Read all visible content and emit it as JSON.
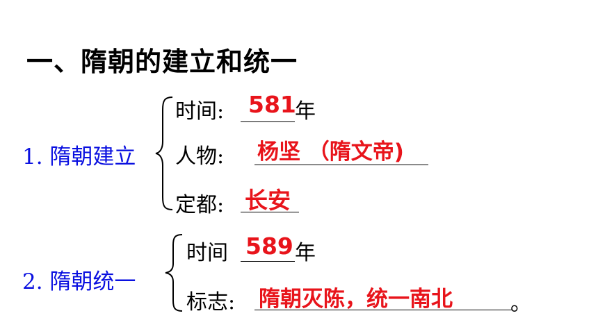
{
  "title": "一、隋朝的建立和统一",
  "section1": {
    "heading": "1. 隋朝建立",
    "rows": [
      {
        "label": "时间:",
        "answer": "581",
        "suffix": "年"
      },
      {
        "label": "人物:",
        "answer": "杨坚 （隋文帝)",
        "suffix": ""
      },
      {
        "label": "定都:",
        "answer": "长安",
        "suffix": ""
      }
    ]
  },
  "section2": {
    "heading": "2. 隋朝统一",
    "rows": [
      {
        "label": "时间",
        "answer": "589",
        "suffix": "年"
      },
      {
        "label": "标志:",
        "answer": "隋朝灭陈，统一南北",
        "suffix": "。"
      }
    ]
  },
  "colors": {
    "heading": "#0a10e0",
    "answer": "#e8141b",
    "text": "#000000"
  }
}
